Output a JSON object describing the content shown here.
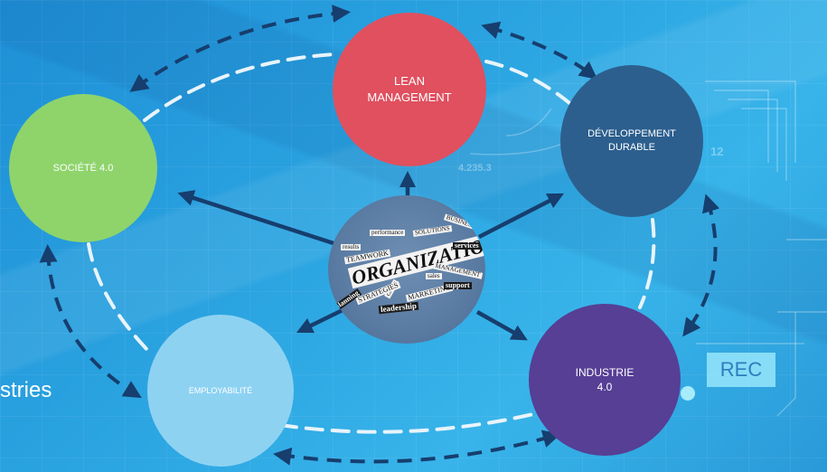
{
  "nodes": {
    "lean": "LEAN\nMANAGEMENT",
    "dev": "DÉVELOPPEMENT\nDURABLE",
    "soc": "SOCIÉTÉ 4.0",
    "emp": "EMPLOYABILITÉ",
    "ind": "INDUSTRIE\n4.0"
  },
  "center_words": {
    "performance": "performance",
    "solutions": "SOLUTIONS",
    "business": "BUSINESS",
    "results": "results",
    "teamwork": "TEAMWORK",
    "organization": "ORGANIZATION",
    "services": "services",
    "careers": "career",
    "sales": "sales",
    "management": "MANAGEMENT",
    "planning": "planning",
    "strategies": "STRATEGIES",
    "marketing": "MARKETING",
    "support": "support",
    "leadership": "leadership"
  },
  "background": {
    "number": "4.235.3",
    "number2": "12",
    "side_text": "stries",
    "rec": "REC"
  },
  "colors": {
    "lean": "#e0505f",
    "dev": "#2c5f8e",
    "soc": "#8ed46b",
    "emp": "#8ed2f2",
    "ind": "#563f95",
    "arrow": "#163e6e",
    "dashed_light": "#e8f4fb"
  }
}
